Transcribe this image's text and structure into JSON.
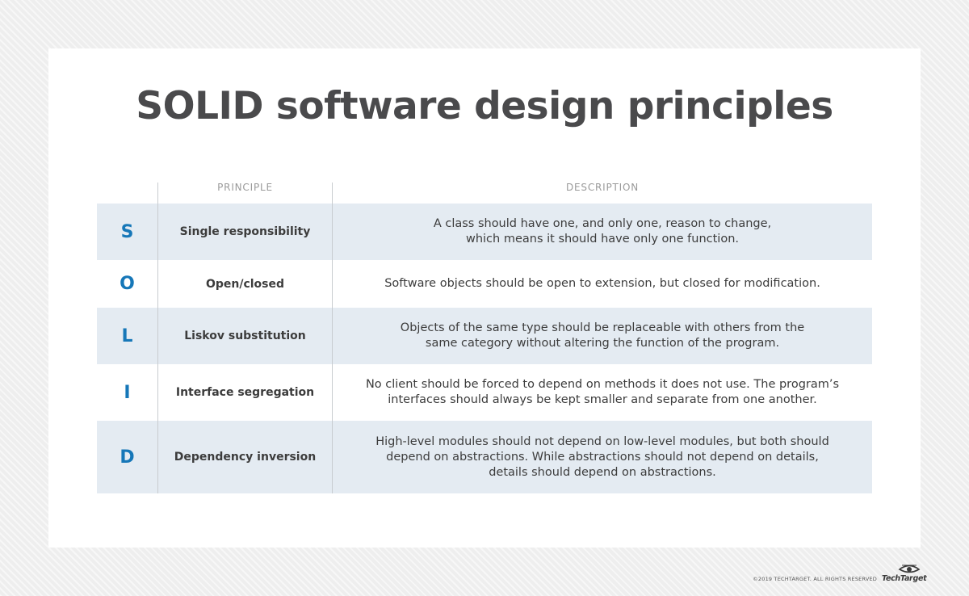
{
  "title": "SOLID software design principles",
  "headers": {
    "principle": "PRINCIPLE",
    "description": "DESCRIPTION"
  },
  "rows": [
    {
      "letter": "S",
      "principle": "Single responsibility",
      "description": [
        "A class should have one, and only one, reason to change,",
        "which means it should have only one function."
      ]
    },
    {
      "letter": "O",
      "principle": "Open/closed",
      "description": [
        "Software objects should be open to extension, but closed for modification."
      ]
    },
    {
      "letter": "L",
      "principle": "Liskov substitution",
      "description": [
        "Objects of the same type should be replaceable with others from the",
        "same category without altering the function of the program."
      ]
    },
    {
      "letter": "I",
      "principle": "Interface segregation",
      "description": [
        "No client should be forced to depend on methods it does not use. The program’s",
        "interfaces should always be kept smaller and separate from one another."
      ]
    },
    {
      "letter": "D",
      "principle": "Dependency inversion",
      "description": [
        "High-level modules should not depend on low-level modules, but both should",
        "depend on abstractions. While abstractions should not depend on details,",
        "details should depend on abstractions."
      ]
    }
  ],
  "footer": {
    "copyright": "©2019 TECHTARGET. ALL RIGHTS RESERVED",
    "logo": "TechTarget"
  },
  "colors": {
    "accent": "#1677b8",
    "row_shade": "#e4ebf2",
    "title": "#4a4a4c"
  }
}
